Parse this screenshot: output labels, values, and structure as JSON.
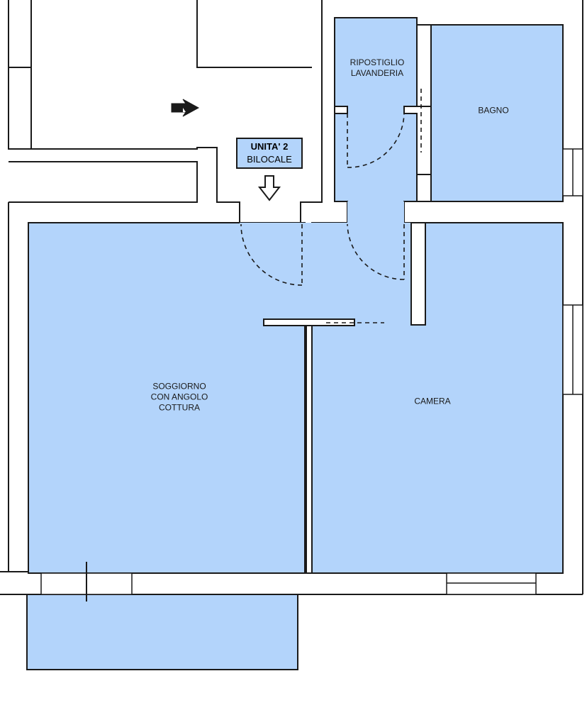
{
  "plan": {
    "unit_title": "UNITA' 2",
    "unit_subtitle": "BILOCALE",
    "colors": {
      "room_fill": "#b3d4fb",
      "wall_fill": "#ffffff",
      "wall_stroke": "#1a1a1a",
      "door_swing": "#1a1a1a"
    },
    "rooms": {
      "soggiorno": "SOGGIORNO\nCON ANGOLO\nCOTTURA",
      "camera": "CAMERA",
      "bagno": "BAGNO",
      "ripostiglio": "RIPOSTIGLIO\nLAVANDERIA"
    },
    "icons": {
      "entrance": "entrance-arrow-icon",
      "direction": "direction-arrow-icon"
    }
  }
}
